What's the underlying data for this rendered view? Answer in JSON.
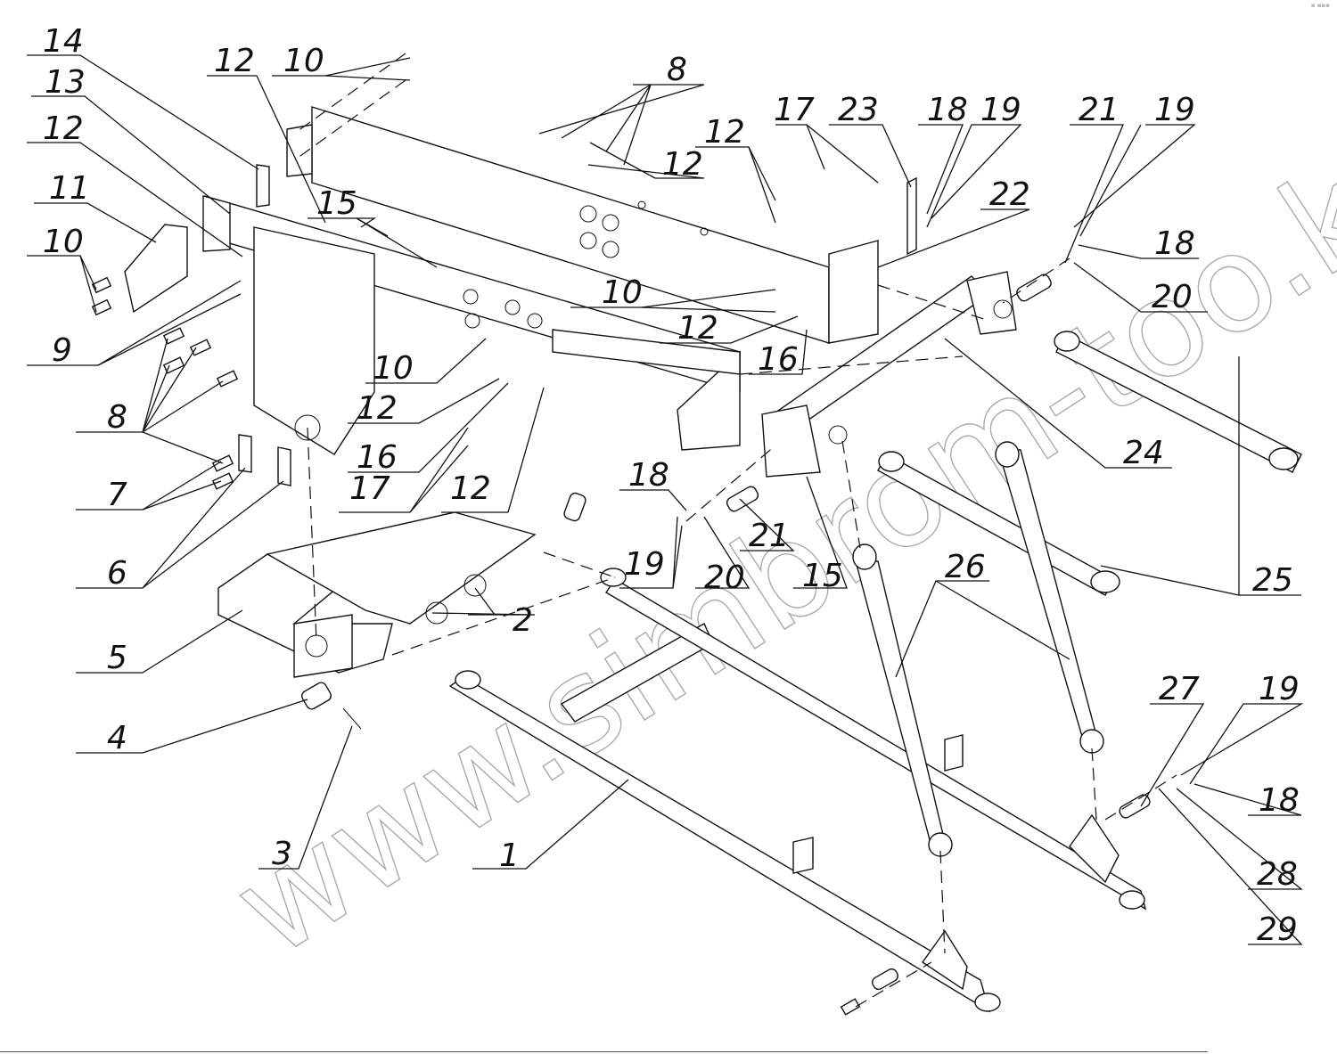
{
  "drawing": {
    "type": "exploded-assembly-diagram",
    "watermark": "www.simbrom-too.kz",
    "corner_mark": "▪ ▪▪▪"
  },
  "callouts": [
    {
      "id": "c14a",
      "label": "14"
    },
    {
      "id": "c13",
      "label": "13"
    },
    {
      "id": "c12a",
      "label": "12"
    },
    {
      "id": "c11",
      "label": "11"
    },
    {
      "id": "c10a",
      "label": "10"
    },
    {
      "id": "c9",
      "label": "9"
    },
    {
      "id": "c8a",
      "label": "8"
    },
    {
      "id": "c7",
      "label": "7"
    },
    {
      "id": "c6",
      "label": "6"
    },
    {
      "id": "c5",
      "label": "5"
    },
    {
      "id": "c4",
      "label": "4"
    },
    {
      "id": "c3",
      "label": "3"
    },
    {
      "id": "c12b",
      "label": "12"
    },
    {
      "id": "c10b",
      "label": "10"
    },
    {
      "id": "c8b",
      "label": "8"
    },
    {
      "id": "c12c",
      "label": "12"
    },
    {
      "id": "c15a",
      "label": "15"
    },
    {
      "id": "c10c",
      "label": "10"
    },
    {
      "id": "c12d",
      "label": "12"
    },
    {
      "id": "c16a",
      "label": "16"
    },
    {
      "id": "c17a",
      "label": "17"
    },
    {
      "id": "c12e",
      "label": "12"
    },
    {
      "id": "c18a",
      "label": "18"
    },
    {
      "id": "c19a",
      "label": "19"
    },
    {
      "id": "c20a",
      "label": "20"
    },
    {
      "id": "c21a",
      "label": "21"
    },
    {
      "id": "c15b",
      "label": "15"
    },
    {
      "id": "c2",
      "label": "2"
    },
    {
      "id": "c1",
      "label": "1"
    },
    {
      "id": "c12f",
      "label": "12"
    },
    {
      "id": "c17b",
      "label": "17"
    },
    {
      "id": "c23",
      "label": "23"
    },
    {
      "id": "c18b",
      "label": "18"
    },
    {
      "id": "c19b",
      "label": "19"
    },
    {
      "id": "c22",
      "label": "22"
    },
    {
      "id": "c21b",
      "label": "21"
    },
    {
      "id": "c19c",
      "label": "19"
    },
    {
      "id": "c18c",
      "label": "18"
    },
    {
      "id": "c20b",
      "label": "20"
    },
    {
      "id": "c10d",
      "label": "10"
    },
    {
      "id": "c12g",
      "label": "12"
    },
    {
      "id": "c16b",
      "label": "16"
    },
    {
      "id": "c24",
      "label": "24"
    },
    {
      "id": "c25",
      "label": "25"
    },
    {
      "id": "c26",
      "label": "26"
    },
    {
      "id": "c27",
      "label": "27"
    },
    {
      "id": "c19d",
      "label": "19"
    },
    {
      "id": "c18d",
      "label": "18"
    },
    {
      "id": "c28",
      "label": "28"
    },
    {
      "id": "c29",
      "label": "29"
    }
  ]
}
